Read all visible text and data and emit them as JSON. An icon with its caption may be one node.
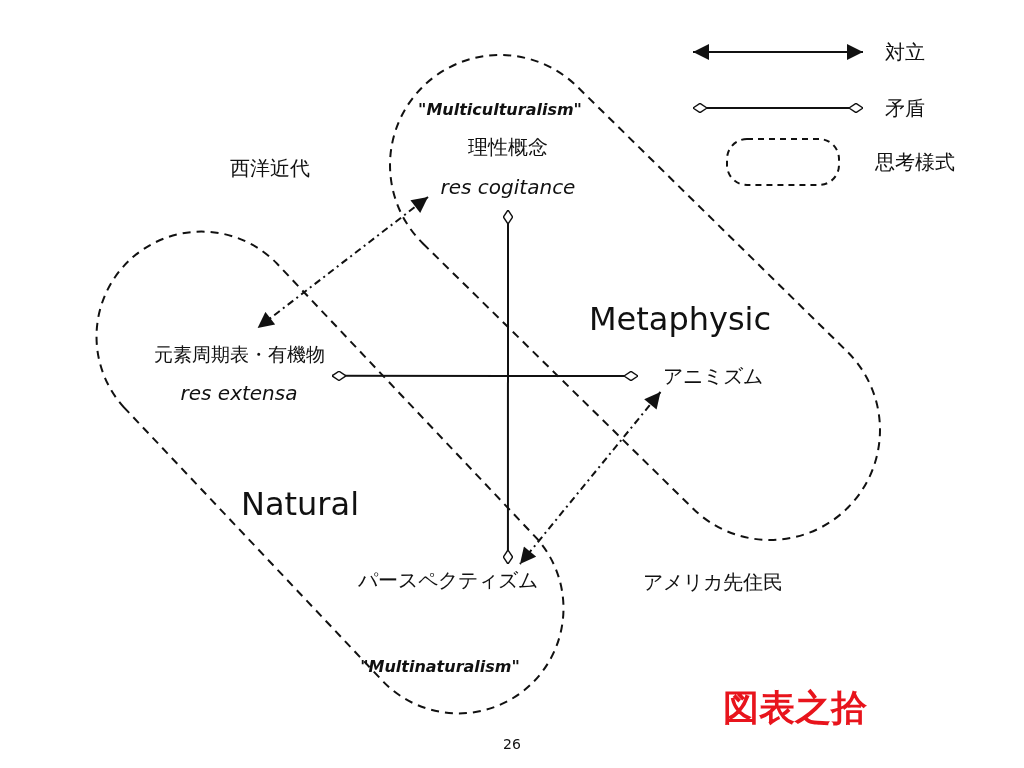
{
  "diagram": {
    "nodes": [
      {
        "text": [
          "\"Multiculturalism\"",
          "Metaphysic"
        ]
      },
      {
        "text": [
          "理性概念",
          "res cogitance"
        ],
        "in": 0
      },
      {
        "text": [
          "Natural",
          "\"Multinaturalism\""
        ]
      },
      {
        "text": [
          "元素周期表・有機物",
          "res extensa"
        ],
        "in": 2
      },
      {
        "text": [
          "アニミズム"
        ],
        "in": 0
      },
      {
        "text": [
          "パースペクティズム"
        ],
        "in": 2
      }
    ],
    "edges": [
      {
        "from": 1,
        "to": 3,
        "arrow": "both",
        "style": "dashed"
      },
      {
        "from": 1,
        "to": 5,
        "arrow": "other"
      },
      {
        "from": 3,
        "to": 4,
        "arrow": "other"
      },
      {
        "from": 4,
        "to": 5,
        "arrow": "both",
        "style": "dashed"
      }
    ],
    "labels": [
      "西洋近代",
      "アメリカ先住民",
      "図表之拾",
      "26"
    ],
    "legend": [
      {
        "text": "対立"
      },
      {
        "text": "矛盾"
      },
      {
        "text": "思考様式"
      }
    ]
  }
}
